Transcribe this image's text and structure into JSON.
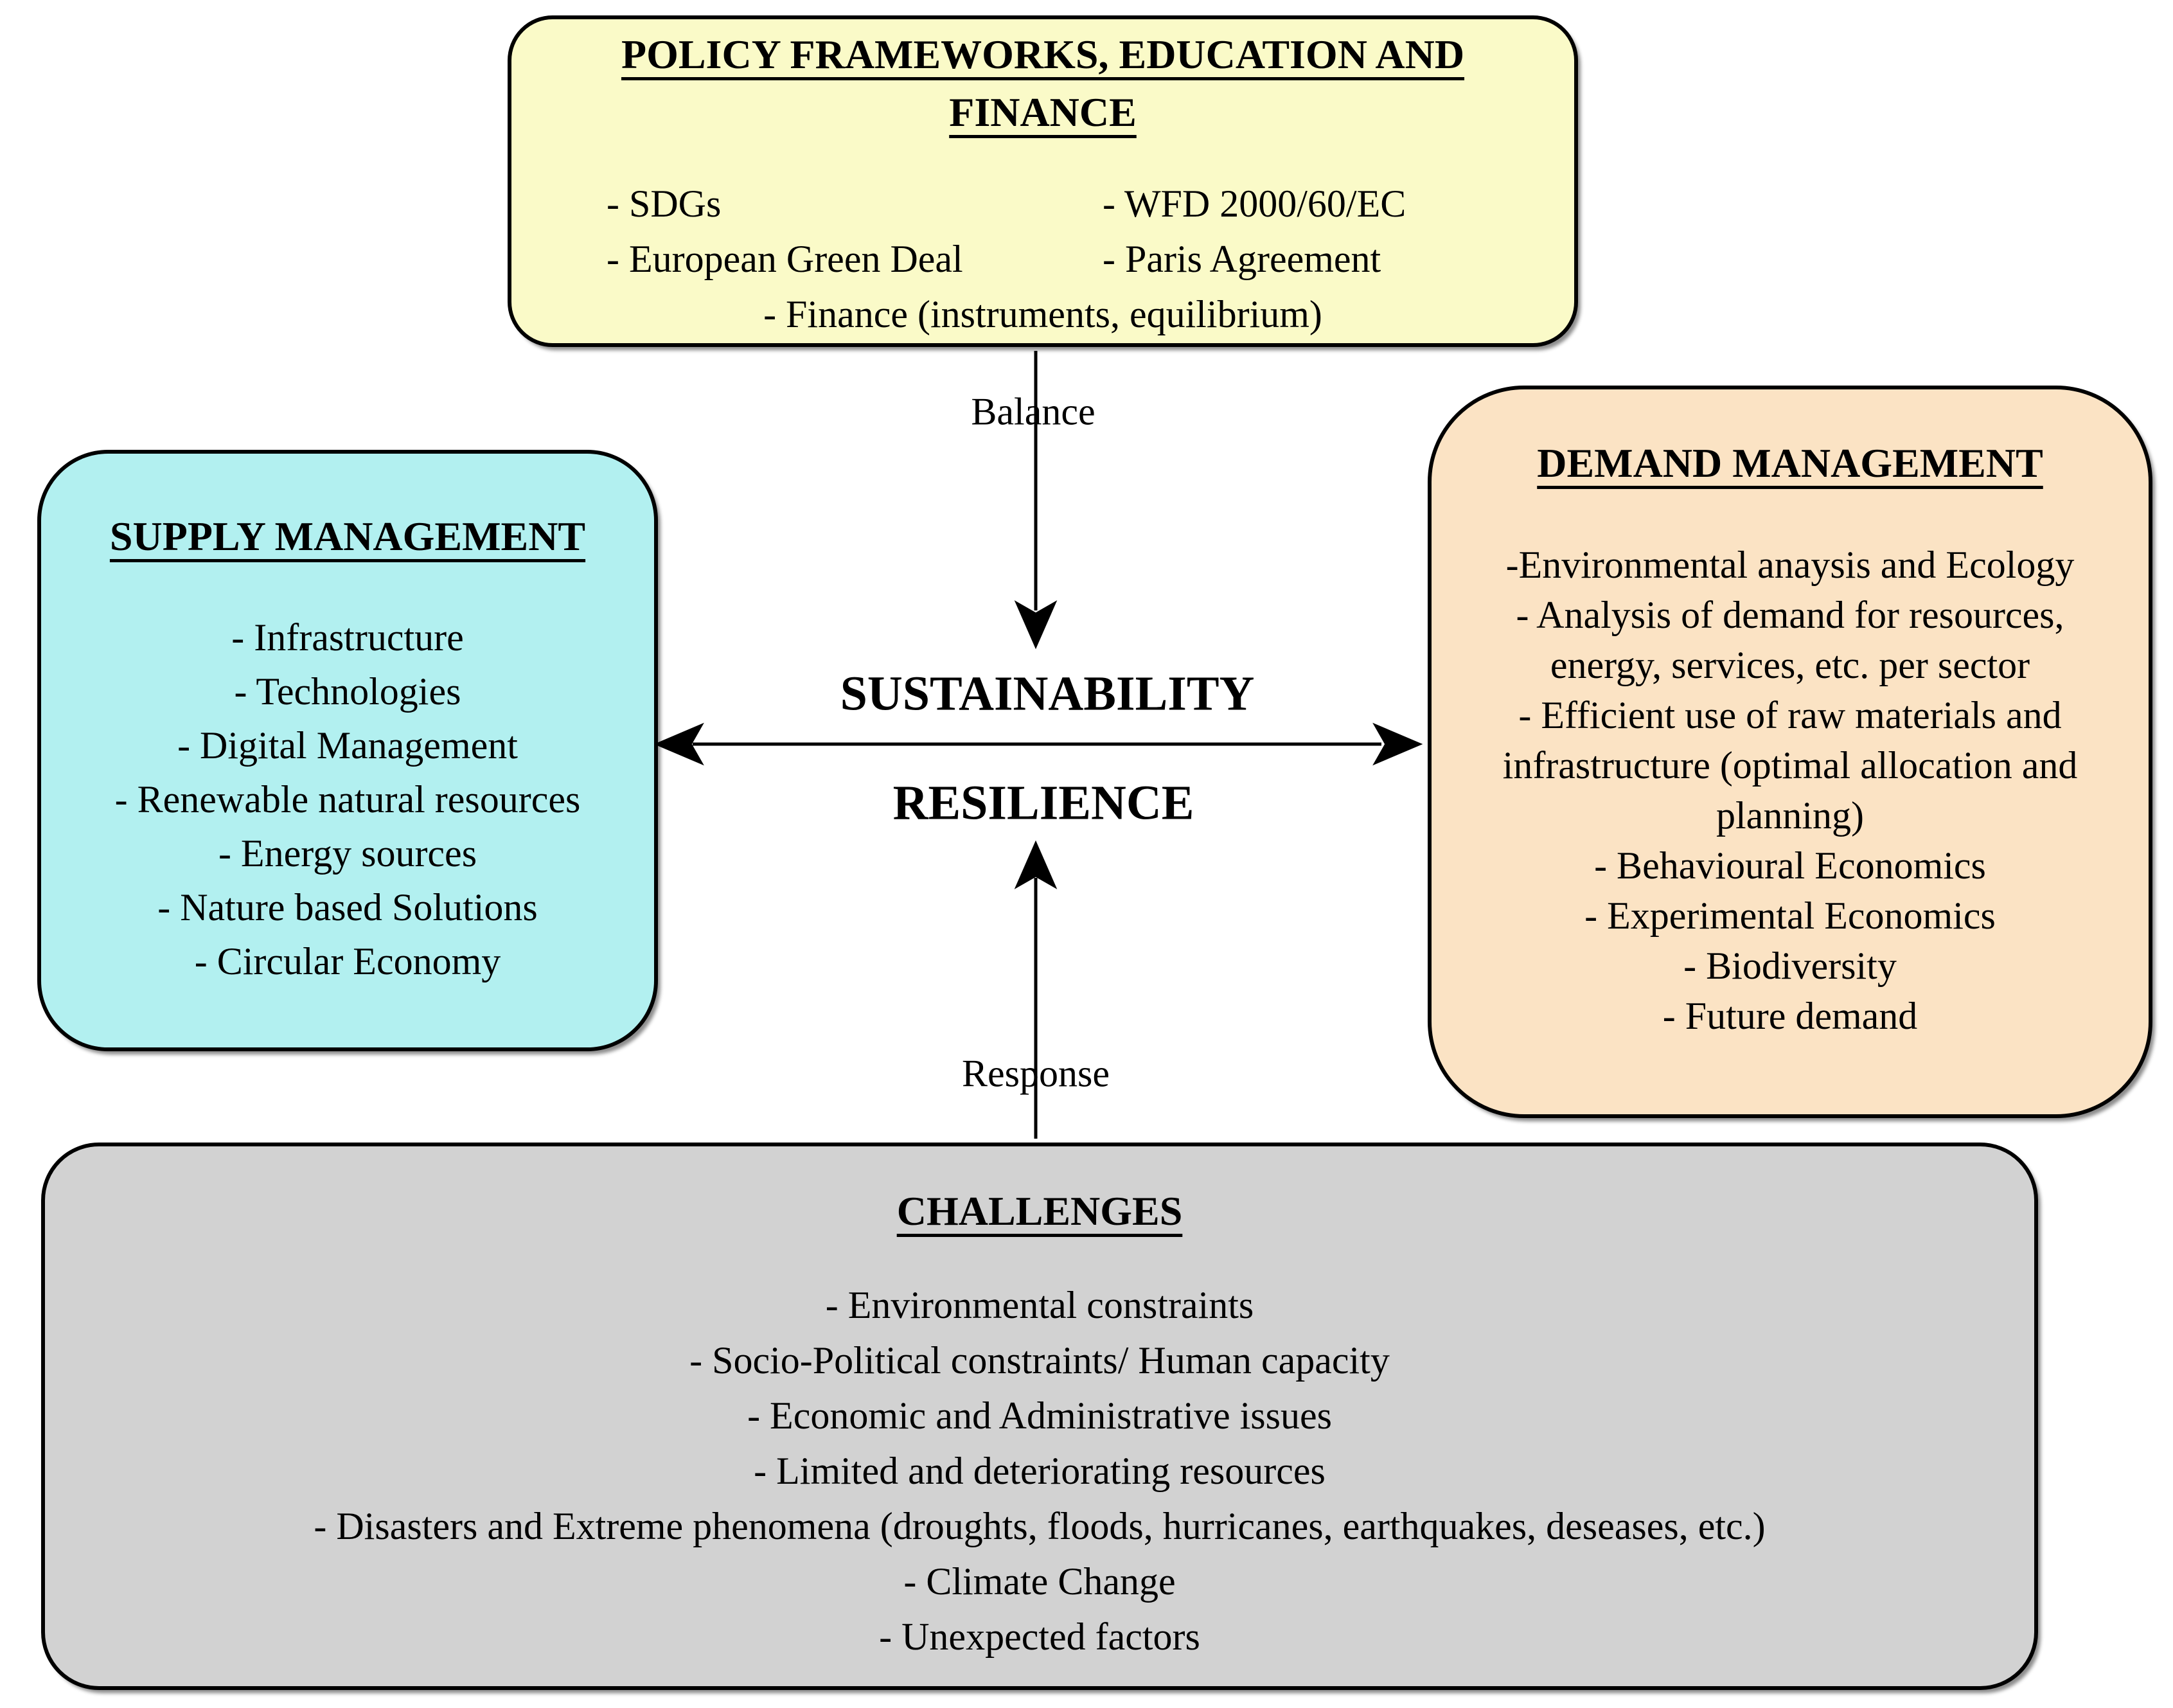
{
  "background": "#FFFFFF",
  "colors": {
    "border": "#000000",
    "text": "#000000",
    "arrow": "#000000",
    "policy_fill": "#FAFAC8",
    "supply_fill": "#B2F0F0",
    "demand_fill": "#FBE3C4",
    "challenges_fill": "#D2D2D2"
  },
  "boxes": {
    "policy": {
      "title": "POLICY FRAMEWORKS, EDUCATION AND\nFINANCE",
      "items_left": [
        "- SDGs",
        "- European Green Deal"
      ],
      "items_right": [
        "- WFD 2000/60/EC",
        "- Paris Agreement"
      ],
      "item_bottom": "- Finance (instruments, equilibrium)"
    },
    "supply": {
      "title": "SUPPLY MANAGEMENT",
      "items": [
        "- Infrastructure",
        "- Technologies",
        "- Digital Management",
        "- Renewable natural resources",
        "- Energy sources",
        "- Nature based Solutions",
        "- Circular Economy"
      ]
    },
    "demand": {
      "title": "DEMAND MANAGEMENT",
      "items": [
        "-Environmental anaysis and Ecology",
        "- Analysis of demand for resources,\nenergy, services, etc. per sector",
        "- Efficient use of raw materials and\ninfrastructure (optimal allocation and\nplanning)",
        "- Behavioural Economics",
        "- Experimental Economics",
        "- Biodiversity",
        "- Future demand"
      ]
    },
    "challenges": {
      "title": "CHALLENGES",
      "items": [
        "- Environmental constraints",
        "- Socio-Political constraints/ Human capacity",
        "- Economic and Administrative issues",
        "- Limited and deteriorating resources",
        "- Disasters and Extreme phenomena (droughts, floods,  hurricanes, earthquakes, deseases, etc.)",
        "- Climate Change",
        "- Unexpected factors"
      ]
    }
  },
  "center": {
    "sustainability": "SUSTAINABILITY",
    "resilience": "RESILIENCE"
  },
  "arrows": {
    "balance_label": "Balance",
    "response_label": "Response"
  }
}
